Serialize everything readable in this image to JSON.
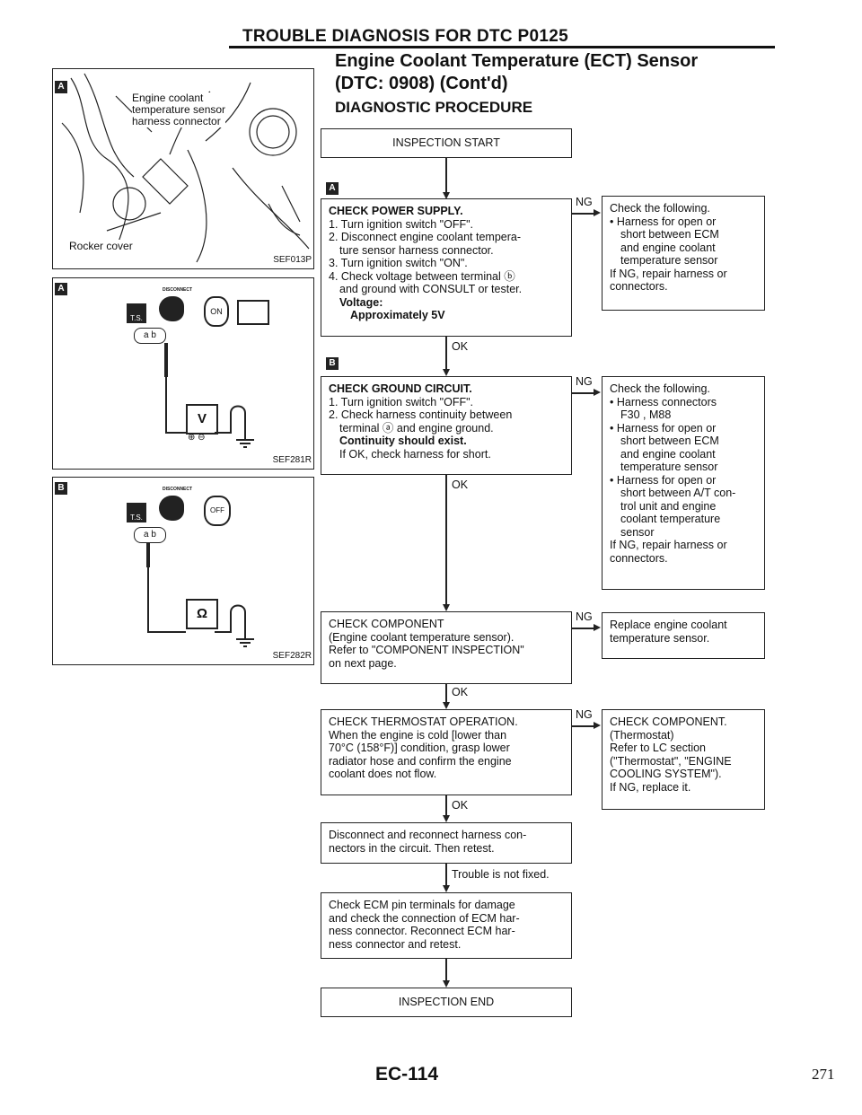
{
  "header": {
    "title": "TROUBLE DIAGNOSIS FOR DTC P0125"
  },
  "section": {
    "title_line1": "Engine Coolant Temperature (ECT) Sensor",
    "title_line2": "(DTC: 0908) (Cont'd)",
    "subtitle": "DIAGNOSTIC PROCEDURE"
  },
  "figures": {
    "fig1": {
      "tag": "A",
      "labels": [
        "Engine coolant",
        "temperature sensor",
        "harness connector",
        "Rocker cover"
      ],
      "code": "SEF013P"
    },
    "fig2": {
      "tag": "A",
      "disconnect": "DISCONNECT",
      "ts": "T.S.",
      "meter": "V",
      "terminals": "a b",
      "switch": "ON",
      "code": "SEF281R"
    },
    "fig3": {
      "tag": "B",
      "disconnect": "DISCONNECT",
      "ts": "T.S.",
      "meter": "Ω",
      "terminals": "a b",
      "switch": "OFF",
      "code": "SEF282R"
    }
  },
  "flow": {
    "start": "INSPECTION START",
    "stepA": {
      "tag": "A",
      "title": "CHECK POWER SUPPLY.",
      "lines": [
        "1. Turn ignition switch \"OFF\".",
        "2. Disconnect engine coolant tempera-",
        "ture sensor harness connector.",
        "3. Turn ignition switch \"ON\".",
        "4. Check voltage between terminal ⓑ",
        "and ground with CONSULT or tester."
      ],
      "voltage_label": "Voltage:",
      "voltage_value": "Approximately 5V",
      "ng": "NG",
      "ok": "OK",
      "ng_box": [
        "Check the following.",
        "• Harness for open or",
        "short between ECM",
        "and engine coolant",
        "temperature sensor",
        "If NG, repair harness or",
        "connectors."
      ]
    },
    "stepB": {
      "tag": "B",
      "title": "CHECK GROUND CIRCUIT.",
      "lines": [
        "1. Turn ignition switch \"OFF\".",
        "2. Check harness continuity between",
        "terminal ⓐ and engine ground."
      ],
      "cont_label": "Continuity should exist.",
      "cont_line": "If OK, check harness for short.",
      "ng": "NG",
      "ok": "OK",
      "ng_box": [
        "Check the following.",
        "• Harness connectors",
        "F30 , M88",
        "• Harness for open or",
        "short between ECM",
        "and engine coolant",
        "temperature sensor",
        "• Harness for open or",
        "short between A/T con-",
        "trol unit and engine",
        "coolant temperature",
        "sensor",
        "If NG, repair harness or",
        "connectors."
      ]
    },
    "stepC": {
      "lines": [
        "CHECK COMPONENT",
        "(Engine coolant temperature sensor).",
        "Refer to \"COMPONENT INSPECTION\"",
        "on next page."
      ],
      "ng": "NG",
      "ok": "OK",
      "ng_box": [
        "Replace engine coolant",
        "temperature sensor."
      ]
    },
    "stepD": {
      "lines": [
        "CHECK THERMOSTAT OPERATION.",
        "When the engine is cold [lower than",
        "70°C (158°F)] condition, grasp lower",
        "radiator hose and confirm the engine",
        "coolant does not flow."
      ],
      "ng": "NG",
      "ok": "OK",
      "ng_box": [
        "CHECK COMPONENT.",
        "(Thermostat)",
        "Refer to LC section",
        "(\"Thermostat\", \"ENGINE",
        "COOLING SYSTEM\").",
        "If NG, replace it."
      ]
    },
    "stepE": {
      "lines": [
        "Disconnect and reconnect harness con-",
        "nectors in the circuit. Then retest."
      ],
      "next": "Trouble is not fixed."
    },
    "stepF": {
      "lines": [
        "Check ECM pin terminals for damage",
        "and check the connection of ECM har-",
        "ness connector. Reconnect ECM har-",
        "ness connector and retest."
      ]
    },
    "end": "INSPECTION END"
  },
  "footer": {
    "code": "EC-114",
    "page": "271"
  }
}
